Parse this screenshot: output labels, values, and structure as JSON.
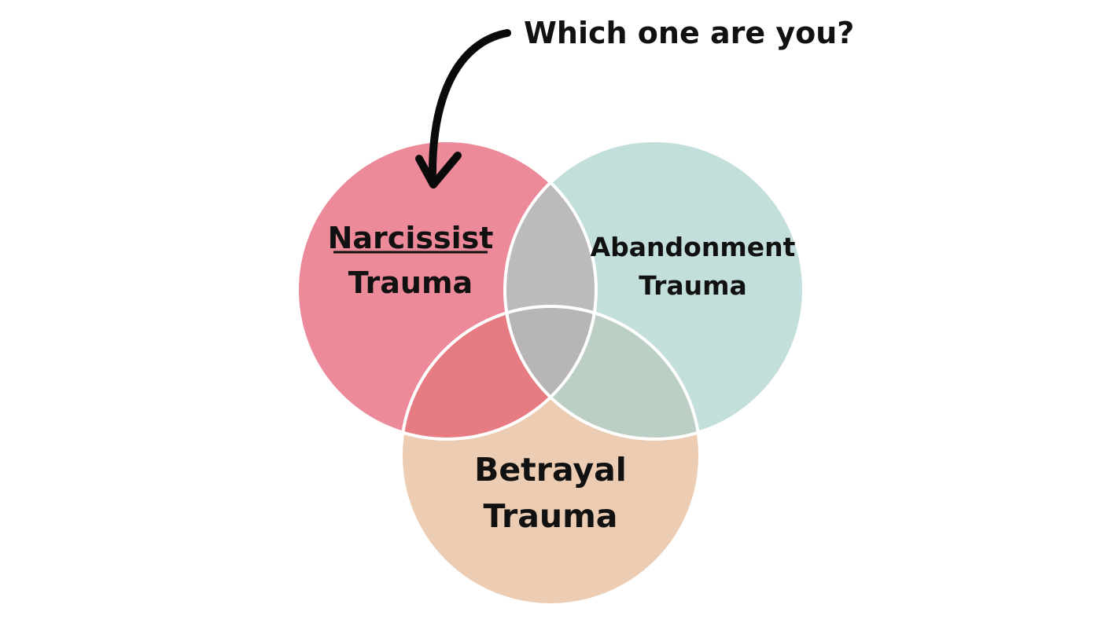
{
  "question": "Which one are you?",
  "circles": {
    "narcissist": {
      "line1": "Narcissist",
      "line2": "Trauma",
      "color": "#EC8A9A"
    },
    "abandonment": {
      "line1": "Abandonment",
      "line2": "Trauma",
      "color": "#C3DFDC"
    },
    "betrayal": {
      "line1": "Betrayal",
      "line2": "Trauma",
      "color": "#ECCDB3"
    }
  },
  "overlaps": {
    "narcissist_abandonment": "#BBBBBD",
    "narcissist_betrayal": "#E67C82",
    "abandonment_betrayal": "#BBCFC4",
    "center": "#B7B5B5"
  },
  "outline_color": "#FFFFFF",
  "arrow_color": "#0A0A0A"
}
